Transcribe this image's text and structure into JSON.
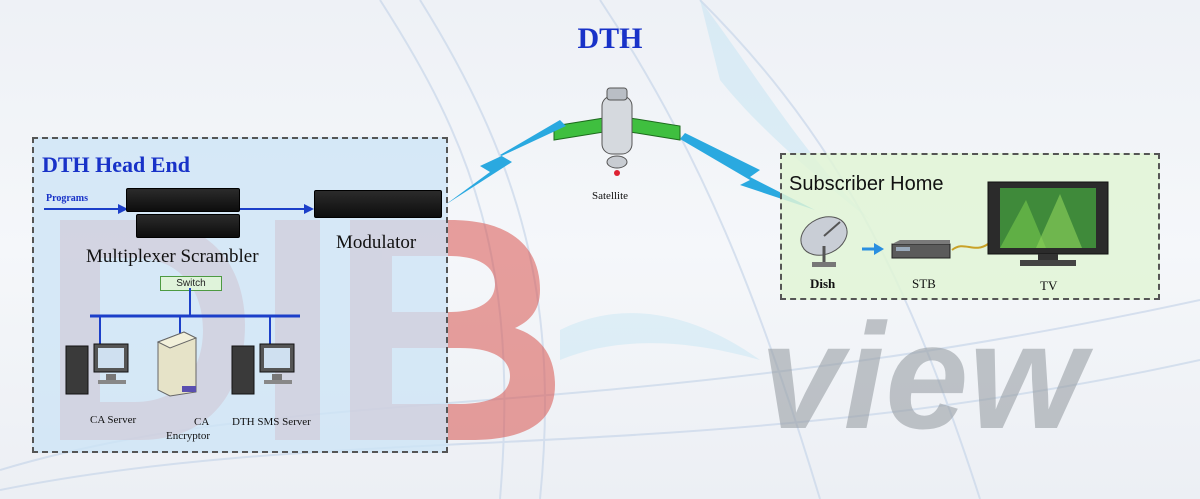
{
  "diagram": {
    "title": "DTH",
    "satellite_label": "Satellite",
    "head_end": {
      "title": "DTH Head End",
      "programs_label": "Programs",
      "mux_label": "Multiplexer Scrambler",
      "modulator_label": "Modulator",
      "switch_label": "Switch",
      "ca_server_label": "CA Server",
      "ca_encryptor_label_1": "CA",
      "ca_encryptor_label_2": "Encryptor",
      "sms_server_label": "DTH SMS Server"
    },
    "subscriber_home": {
      "title": "Subscriber Home",
      "dish_label": "Dish",
      "stb_label": "STB",
      "tv_label": "TV"
    },
    "watermark": "DIB view"
  },
  "colors": {
    "title_blue": "#1832c8",
    "arrow_blue": "#1c3fc9",
    "signal_blue": "#2aa9e0",
    "headend_bg": "#cde4f6",
    "home_bg": "#e0f5d6",
    "watermark_red": "#d9534f",
    "watermark_grey": "#9aa0a6"
  }
}
